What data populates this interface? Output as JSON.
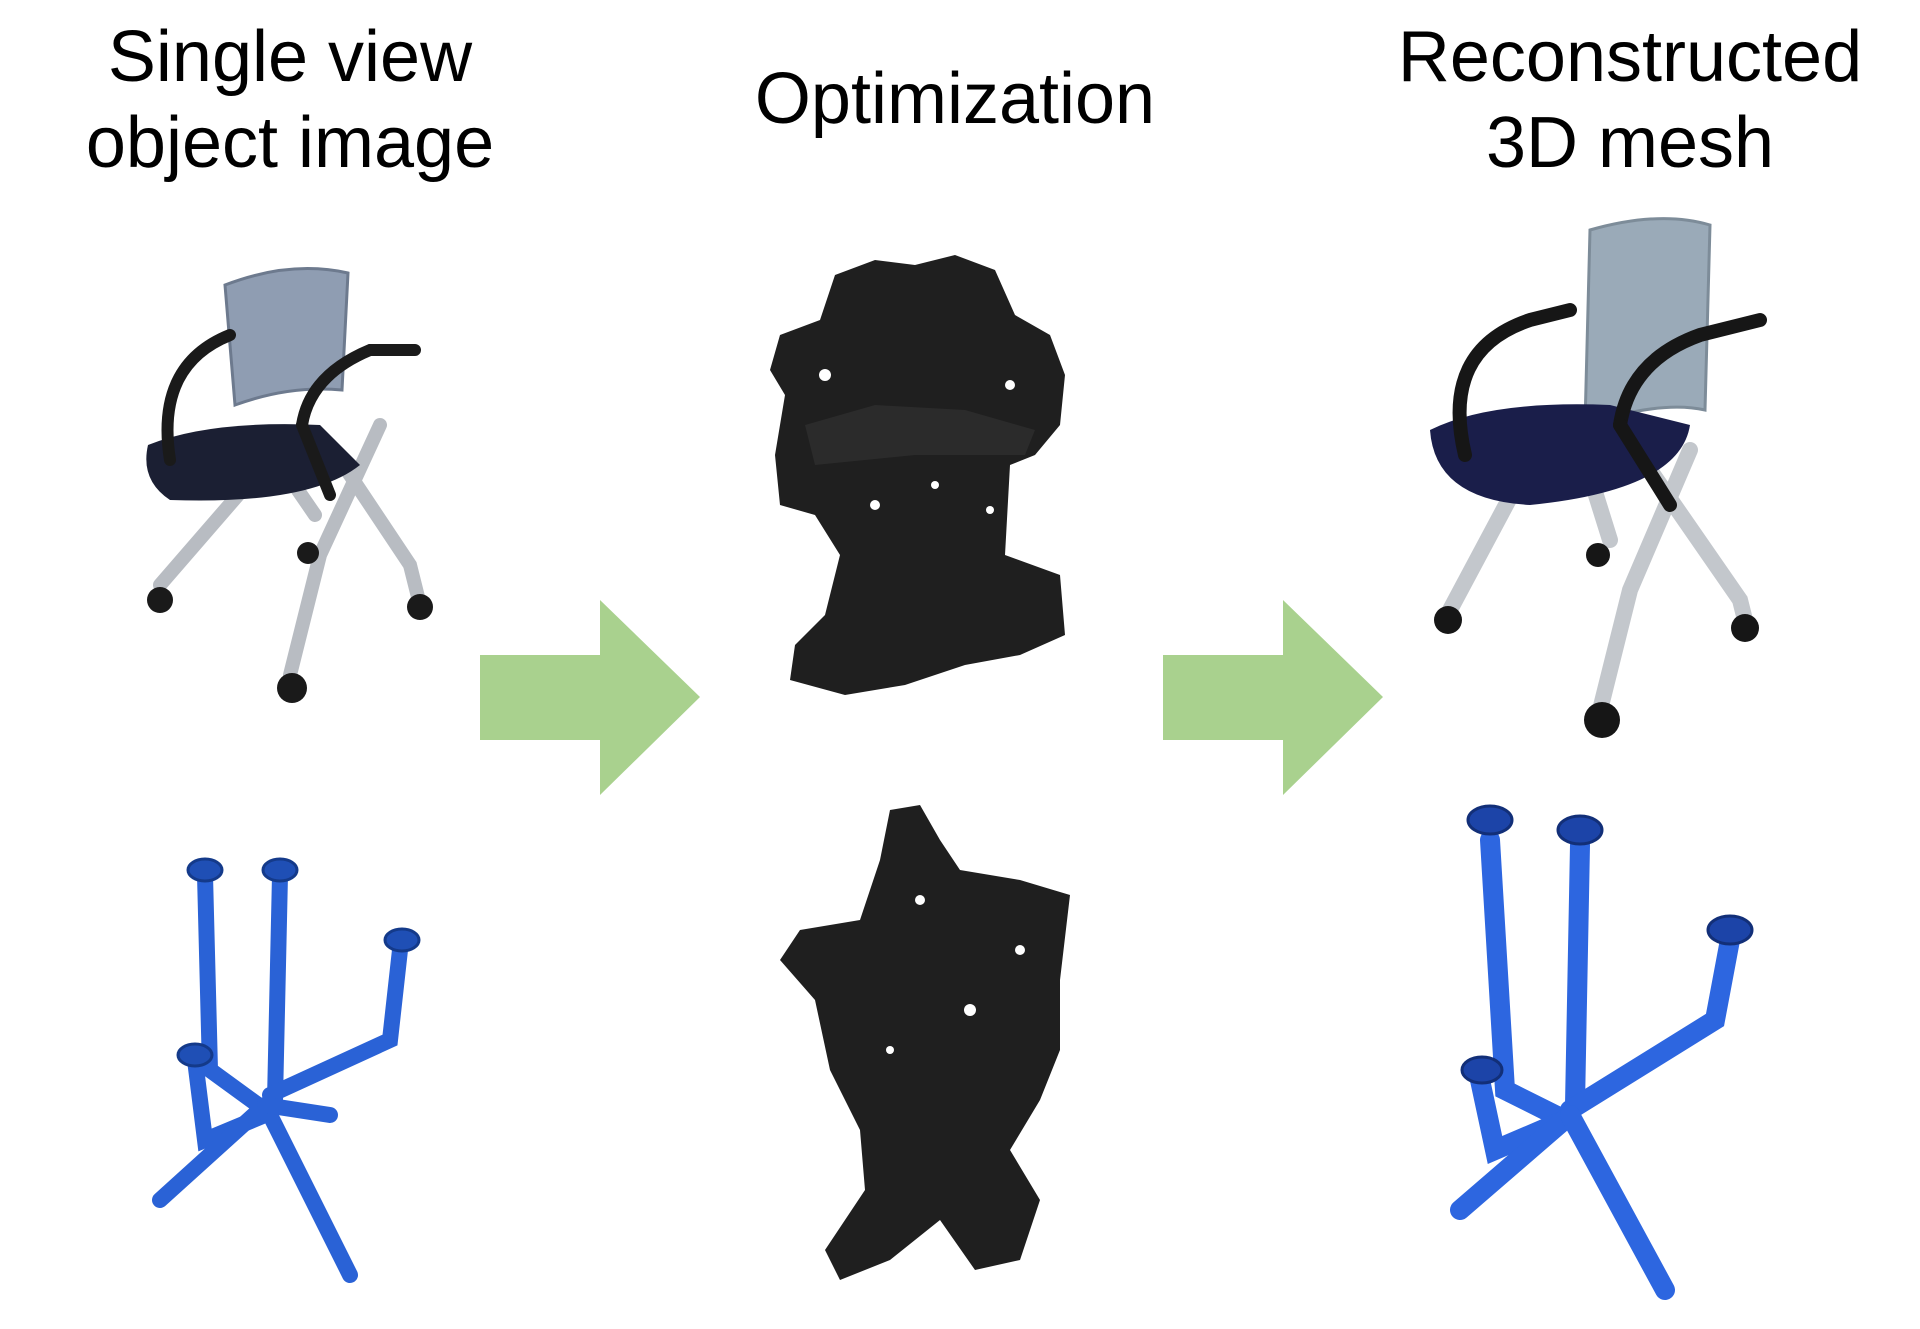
{
  "columns": {
    "input": {
      "line1": "Single view",
      "line2": "object image"
    },
    "optimization": {
      "line1": "Optimization"
    },
    "reconstructed": {
      "line1": "Reconstructed",
      "line2": "3D mesh"
    }
  },
  "colors": {
    "arrow": "#a9d18e",
    "chair_seat": "#1b1f33",
    "chair_back": "#8f9db2",
    "chair_frame": "#b8bcc2",
    "chair_arm": "#1a1a1a",
    "stand_blue": "#2a62d6",
    "optimization_mesh": "#1f1f1f",
    "recon_seat": "#1a1e4a",
    "recon_back": "#9aaab8"
  },
  "rows": [
    {
      "object": "chair"
    },
    {
      "object": "tube-stand"
    }
  ]
}
